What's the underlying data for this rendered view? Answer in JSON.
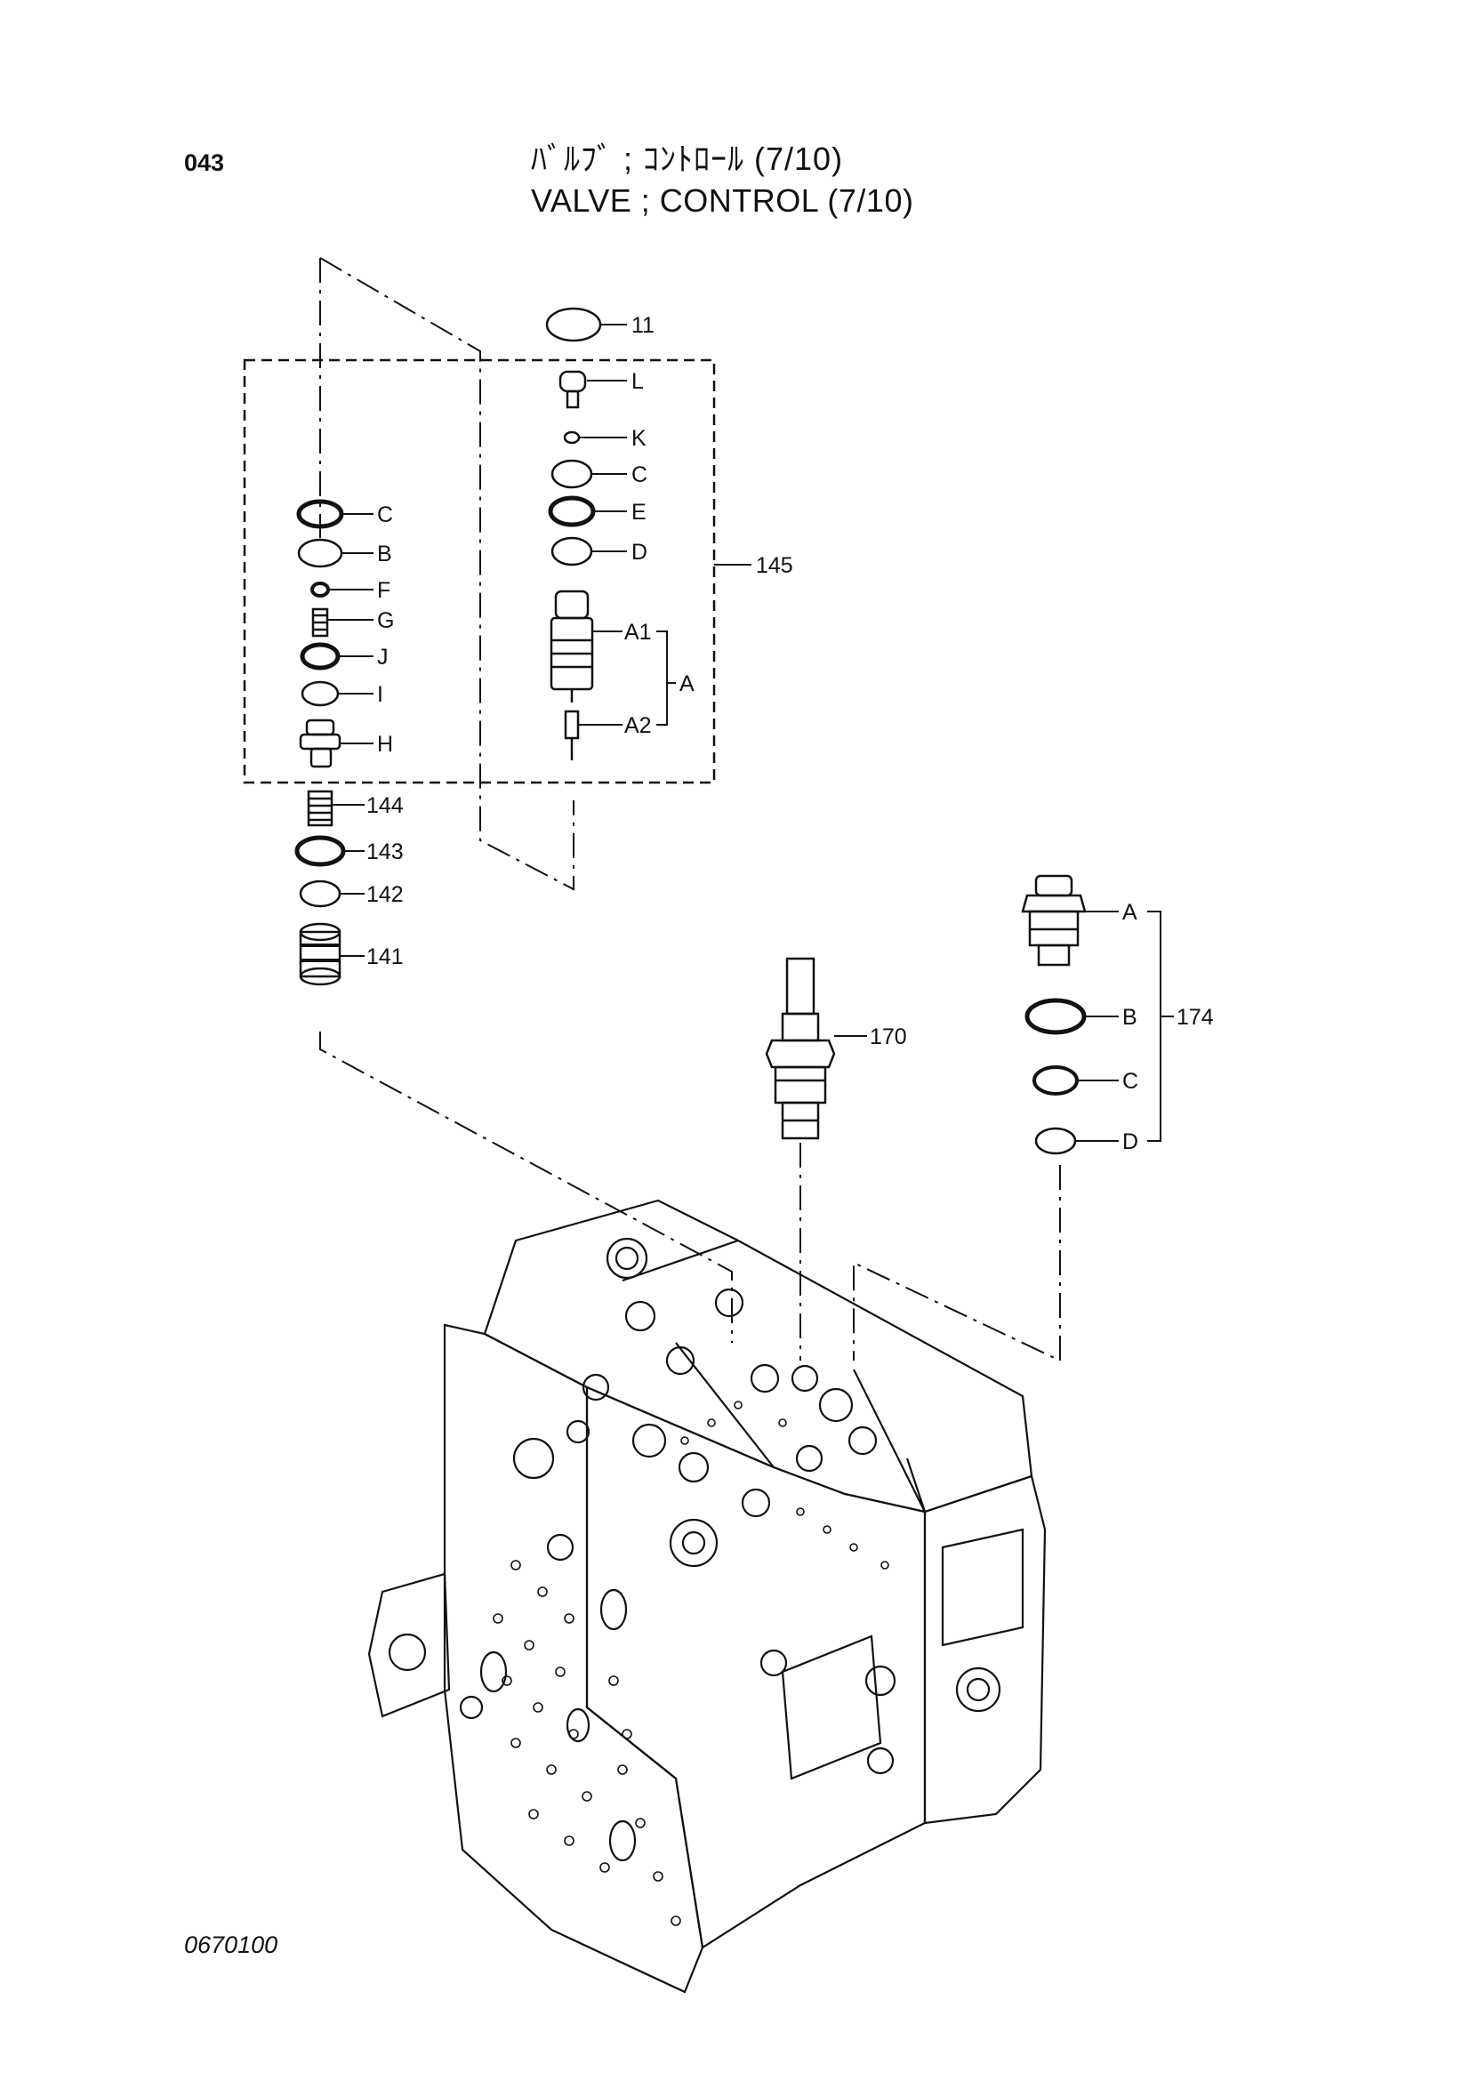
{
  "page_number": "043",
  "title_jp": "ﾊﾞﾙﾌﾞ ; ｺﾝﾄﾛｰﾙ (7/10)",
  "title_en": "VALVE ; CONTROL (7/10)",
  "drawing_id": "0670100",
  "callouts": {
    "c11": "11",
    "L": "L",
    "K": "K",
    "C_r": "C",
    "E": "E",
    "D_r": "D",
    "c145": "145",
    "A1": "A1",
    "A": "A",
    "A2": "A2",
    "C_l": "C",
    "B_l": "B",
    "F": "F",
    "G": "G",
    "J": "J",
    "I": "I",
    "H": "H",
    "c144": "144",
    "c143": "143",
    "c142": "142",
    "c141": "141",
    "c170": "170",
    "A_174": "A",
    "B_174": "B",
    "c174": "174",
    "C_174": "C",
    "D_174": "D"
  }
}
